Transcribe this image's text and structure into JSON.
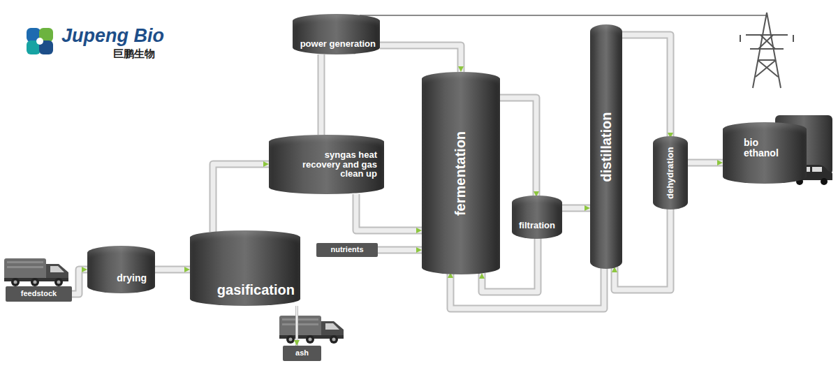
{
  "diagram": {
    "nodes": [
      {
        "text": [
          "feedstock"
        ]
      },
      {
        "text": [
          "drying"
        ]
      },
      {
        "text": [
          "gasification"
        ]
      },
      {
        "text": [
          "ash"
        ]
      },
      {
        "text": [
          "syngas heat recovery and gas clean up"
        ]
      },
      {
        "text": [
          "power generation"
        ]
      },
      {
        "text": [
          "nutrients"
        ]
      },
      {
        "text": [
          "fermentation"
        ]
      },
      {
        "text": [
          "filtration"
        ]
      },
      {
        "text": [
          "distillation"
        ]
      },
      {
        "text": [
          "dehydration"
        ]
      },
      {
        "text": [
          "bio ethanol"
        ]
      }
    ],
    "edges": [
      {
        "from": 0,
        "to": 1,
        "arrow": "to"
      },
      {
        "from": 1,
        "to": 2,
        "arrow": "to"
      },
      {
        "from": 2,
        "to": 3,
        "arrow": "to"
      },
      {
        "from": 2,
        "to": 4,
        "arrow": "to"
      },
      {
        "from": 4,
        "to": 5,
        "arrow": "none"
      },
      {
        "from": 5,
        "to": 7,
        "arrow": "to"
      },
      {
        "from": 4,
        "to": 7,
        "arrow": "to"
      },
      {
        "from": 6,
        "to": 7,
        "arrow": "to"
      },
      {
        "from": 7,
        "to": 8,
        "arrow": "to"
      },
      {
        "from": 8,
        "to": 9,
        "arrow": "to"
      },
      {
        "from": 8,
        "to": 7,
        "arrow": "to"
      },
      {
        "from": 9,
        "to": 7,
        "arrow": "to"
      },
      {
        "from": 9,
        "to": 10,
        "arrow": "to"
      },
      {
        "from": 10,
        "to": 9,
        "arrow": "to"
      },
      {
        "from": 10,
        "to": 11,
        "arrow": "to"
      }
    ],
    "labels": [
      "Jupeng Bio",
      "巨鹏生物"
    ]
  }
}
